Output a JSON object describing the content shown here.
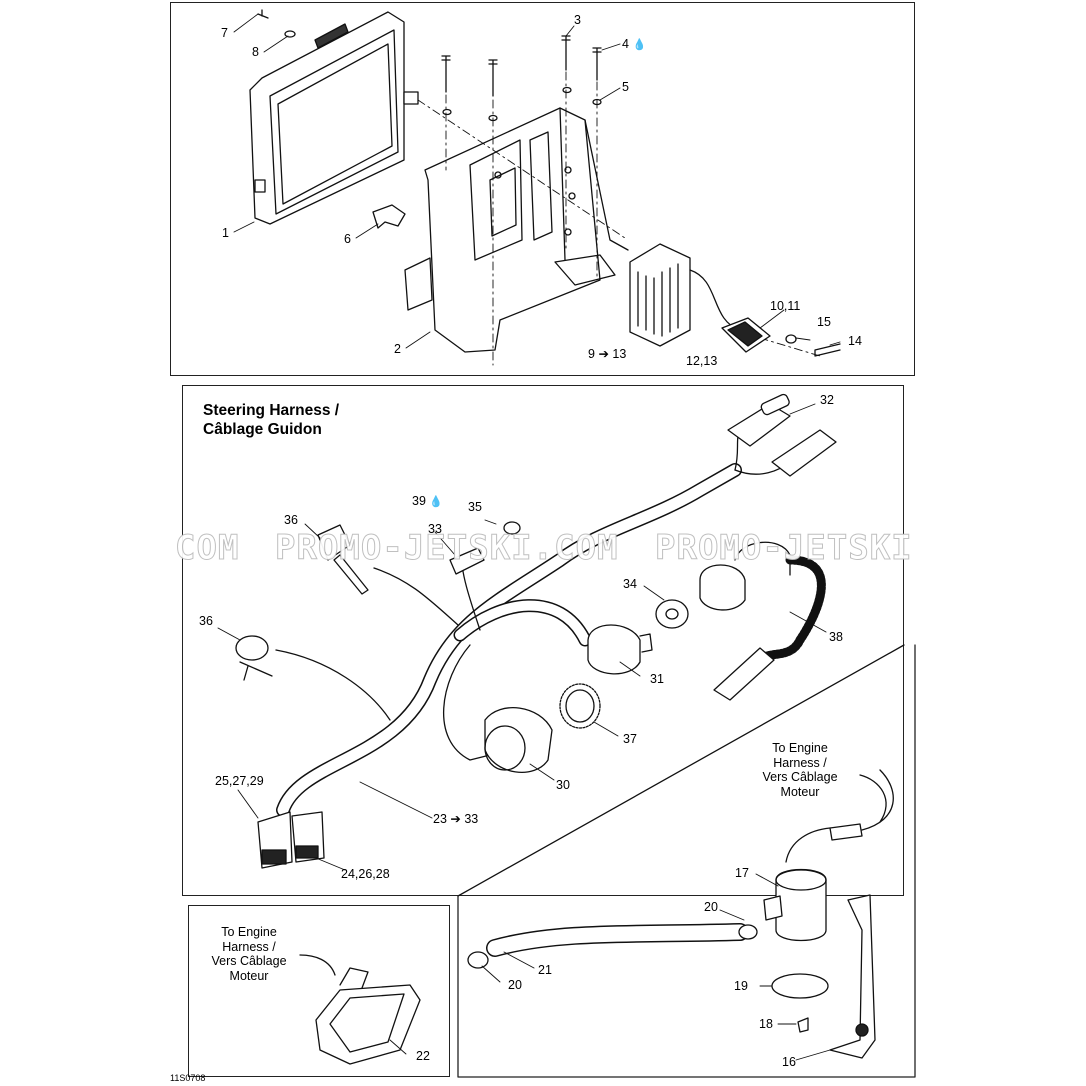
{
  "page": {
    "code": "11S0708"
  },
  "steering_section": {
    "title_line1": "Steering Harness /",
    "title_line2": "Câblage Guidon"
  },
  "notes": {
    "engine_harness_pump": [
      "To Engine",
      "Harness /",
      "Vers Câblage",
      "Moteur"
    ],
    "engine_harness_connector": [
      "To Engine",
      "Harness /",
      "Vers Câblage",
      "Moteur"
    ]
  },
  "watermark": {
    "left": "COM",
    "middle": "PROMO-JETSKI.COM",
    "right": "PROMO-JETSKI"
  },
  "callouts": {
    "p1": "1",
    "p2": "2",
    "p3": "3",
    "p4": "4",
    "p5": "5",
    "p6": "6",
    "p7": "7",
    "p8": "8",
    "p9_13": "9",
    "p9_13_end": "13",
    "p10_11": "10,11",
    "p12_13": "12,13",
    "p14": "14",
    "p15": "15",
    "p16": "16",
    "p17": "17",
    "p18": "18",
    "p19": "19",
    "p20a": "20",
    "p20b": "20",
    "p21": "21",
    "p22": "22",
    "p23_33": "23",
    "p23_33_end": "33",
    "p24_26_28": "24,26,28",
    "p25_27_29": "25,27,29",
    "p30": "30",
    "p31": "31",
    "p32": "32",
    "p33": "33",
    "p34": "34",
    "p35": "35",
    "p36a": "36",
    "p36b": "36",
    "p37": "37",
    "p38": "38",
    "p39": "39"
  },
  "icons": {
    "arrow": "arrow-right-icon",
    "drop": "oil-drop-icon"
  }
}
